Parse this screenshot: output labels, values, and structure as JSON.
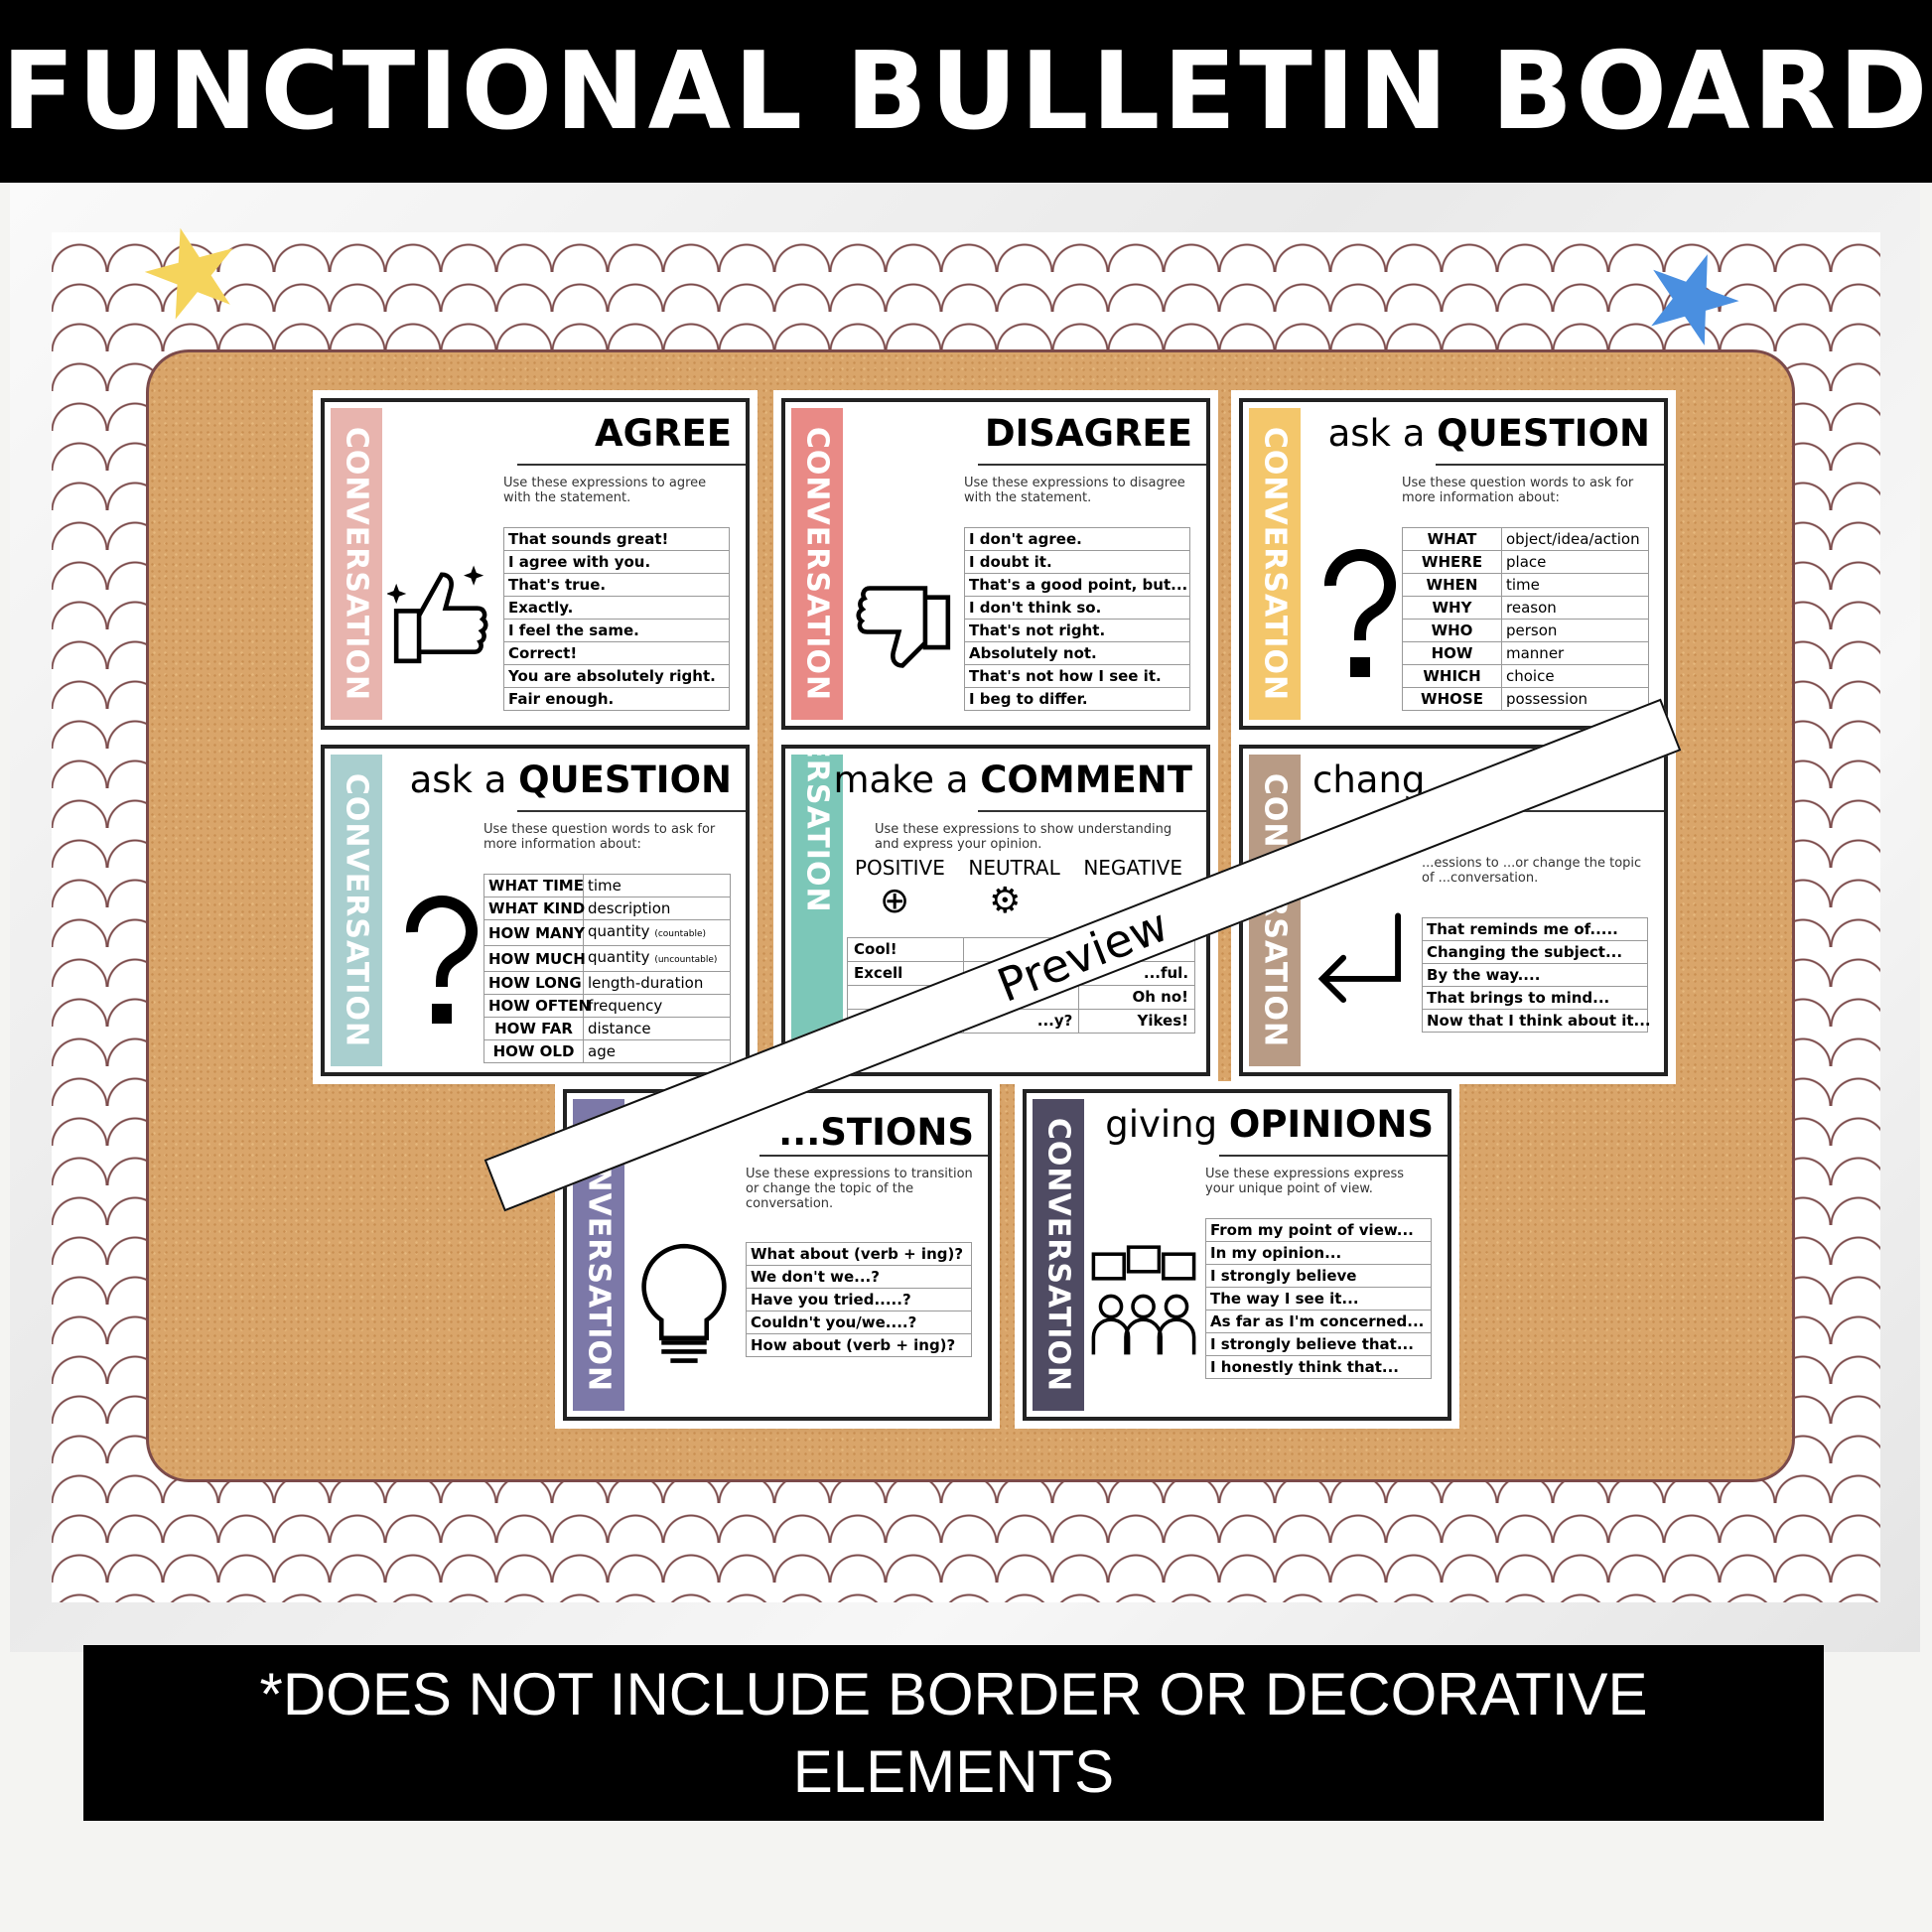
{
  "header": {
    "title": "FUNCTIONAL BULLETIN BOARD"
  },
  "footer": {
    "note": "*DOES NOT INCLUDE BORDER OR DECORATIVE ELEMENTS"
  },
  "watermark": "Preview",
  "strip_label": "CONVERSATION",
  "cards": [
    {
      "id": "agree",
      "color": "#e8b4ae",
      "title_light": "",
      "title_bold": "AGREE",
      "icon": "thumbs-up-icon",
      "desc": "Use these expressions to agree with the statement.",
      "rows": [
        [
          "That sounds great!"
        ],
        [
          "I agree with you."
        ],
        [
          "That's true."
        ],
        [
          "Exactly."
        ],
        [
          "I feel the same."
        ],
        [
          "Correct!"
        ],
        [
          "You are absolutely right."
        ],
        [
          "Fair enough."
        ]
      ]
    },
    {
      "id": "disagree",
      "color": "#e98a86",
      "title_light": "",
      "title_bold": "DISAGREE",
      "icon": "thumbs-down-icon",
      "desc": "Use these expressions to disagree with the statement.",
      "rows": [
        [
          "I don't agree."
        ],
        [
          "I doubt it."
        ],
        [
          "That's a good point, but..."
        ],
        [
          "I don't think so."
        ],
        [
          "That's not right."
        ],
        [
          "Absolutely not."
        ],
        [
          "That's not how I see it."
        ],
        [
          "I beg to differ."
        ]
      ]
    },
    {
      "id": "question-1",
      "color": "#f4c76b",
      "title_light": "ask a ",
      "title_bold": "QUESTION",
      "icon": "question-mark-icon",
      "desc": "Use these question words to ask for more information about:",
      "rows": [
        [
          "WHAT",
          "object/idea/action"
        ],
        [
          "WHERE",
          "place"
        ],
        [
          "WHEN",
          "time"
        ],
        [
          "WHY",
          "reason"
        ],
        [
          "WHO",
          "person"
        ],
        [
          "HOW",
          "manner"
        ],
        [
          "WHICH",
          "choice"
        ],
        [
          "WHOSE",
          "possession"
        ]
      ]
    },
    {
      "id": "question-2",
      "color": "#a9cfcf",
      "title_light": "ask a ",
      "title_bold": "QUESTION",
      "icon": "question-mark-icon",
      "desc": "Use these question words to ask for more information about:",
      "rows": [
        [
          "WHAT TIME",
          "time"
        ],
        [
          "WHAT KIND",
          "description"
        ],
        [
          "HOW MANY",
          "quantity (countable)"
        ],
        [
          "HOW MUCH",
          "quantity (uncountable)"
        ],
        [
          "HOW LONG",
          "length-duration"
        ],
        [
          "HOW OFTEN",
          "frequency"
        ],
        [
          "HOW FAR",
          "distance"
        ],
        [
          "HOW OLD",
          "age"
        ]
      ]
    },
    {
      "id": "comment",
      "color": "#7cc7b8",
      "title_light": "make a ",
      "title_bold": "COMMENT",
      "icon": "head-icons",
      "desc": "Use these expressions to show understanding and express your opinion.",
      "headings": [
        "POSITIVE",
        "NEUTRAL",
        "NEGATIVE"
      ],
      "rows": [
        [
          "Cool!",
          "",
          ""
        ],
        [
          "Excell",
          "",
          "...ful."
        ],
        [
          "",
          "",
          "Oh no!"
        ],
        [
          "",
          "...y?",
          "Yikes!"
        ]
      ]
    },
    {
      "id": "change-topic",
      "color": "#b89b85",
      "title_light": "chang",
      "title_bold": "",
      "icon": "return-arrow-icon",
      "desc": "...essions to ...or change the topic of ...conversation.",
      "rows": [
        [
          "That reminds me of....."
        ],
        [
          "Changing the subject..."
        ],
        [
          "By the way...."
        ],
        [
          "That brings to mind..."
        ],
        [
          "Now that I think about it..."
        ]
      ]
    },
    {
      "id": "suggestions",
      "color": "#7c78a8",
      "title_light": "",
      "title_bold": "...STIONS",
      "icon": "light-bulb-icon",
      "desc": "Use these expressions to transition or change the topic of the conversation.",
      "rows": [
        [
          "What about (verb + ing)?"
        ],
        [
          "We don't we...?"
        ],
        [
          "Have you tried.....?"
        ],
        [
          "Couldn't you/we....?"
        ],
        [
          "How about (verb + ing)?"
        ]
      ]
    },
    {
      "id": "opinions",
      "color": "#4f4b63",
      "title_light": "giving ",
      "title_bold": "OPINIONS",
      "icon": "group-speech-icon",
      "desc": "Use these expressions express your unique point of view.",
      "rows": [
        [
          "From my point of view..."
        ],
        [
          "In my opinion..."
        ],
        [
          "I strongly believe"
        ],
        [
          "The way I see it..."
        ],
        [
          "As far as I'm concerned..."
        ],
        [
          "I strongly believe that..."
        ],
        [
          "I honestly think that..."
        ]
      ]
    }
  ]
}
